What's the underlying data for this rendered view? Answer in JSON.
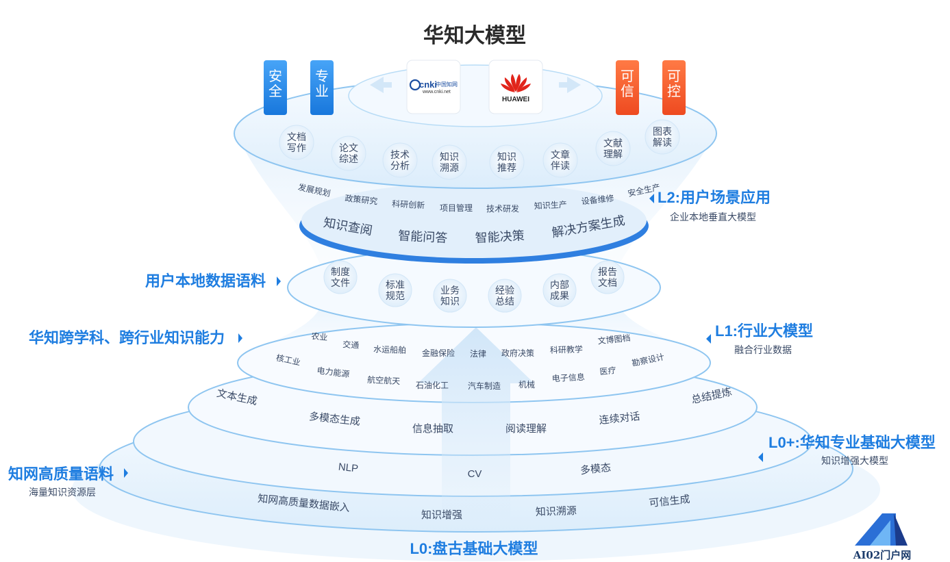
{
  "title": "华知大模型",
  "tags_left": [
    "安全",
    "专业"
  ],
  "tags_right": [
    "可信",
    "可控"
  ],
  "logos": {
    "cnki_mark": "cnki",
    "cnki_url": "www.cnki.net",
    "cnki_name": "中国知网",
    "huawei": "HUAWEI"
  },
  "l2": {
    "title": "L2:用户场景应用",
    "subtitle": "企业本地垂直大模型",
    "tasks": [
      "文档\n写作",
      "论文\n综述",
      "技术\n分析",
      "知识\n溯源",
      "知识\n推荐",
      "文章\n伴读",
      "文献\n理解",
      "图表\n解读"
    ],
    "scenarios": [
      "发展规划",
      "政策研究",
      "科研创新",
      "项目管理",
      "技术研发",
      "知识生产",
      "设备维修",
      "安全生产"
    ],
    "capabilities": [
      "知识查阅",
      "智能问答",
      "智能决策",
      "解决方案生成"
    ]
  },
  "local_data": {
    "title": "用户本地数据语料",
    "items": [
      "制度\n文件",
      "标准\n规范",
      "业务\n知识",
      "经验\n总结",
      "内部\n成果",
      "报告\n文档"
    ]
  },
  "l1": {
    "left_label": "华知跨学科、跨行业知识能力",
    "title": "L1:行业大模型",
    "subtitle": "融合行业数据",
    "industries_row1": [
      "农业",
      "交通",
      "水运船舶",
      "金融保险",
      "法律",
      "政府决策",
      "科研教学",
      "文博图档"
    ],
    "industries_row2": [
      "核工业",
      "电力能源",
      "航空航天",
      "石油化工",
      "汽车制造",
      "机械",
      "电子信息",
      "医疗",
      "勘察设计"
    ]
  },
  "l0plus": {
    "title": "L0+:华知专业基础大模型",
    "subtitle": "知识增强大模型",
    "abilities": [
      "文本生成",
      "多模态生成",
      "信息抽取",
      "阅读理解",
      "连续对话",
      "总结提炼"
    ]
  },
  "l0": {
    "left_label": "知网高质量语料",
    "left_sub": "海量知识资源层",
    "base": [
      "NLP",
      "CV",
      "多模态"
    ],
    "enhance": [
      "知网高质量数据嵌入",
      "知识增强",
      "知识溯源",
      "可信生成"
    ],
    "title": "L0:盘古基础大模型"
  },
  "watermark": "AI02门户网",
  "colors": {
    "accent": "#1e7de0",
    "tag_blue": "#2e8ff0",
    "tag_red": "#f25a2c",
    "ring_stroke": "#8ec5f0",
    "ring_fill": "#eaf5fd",
    "huawei_red": "#e1251b"
  }
}
